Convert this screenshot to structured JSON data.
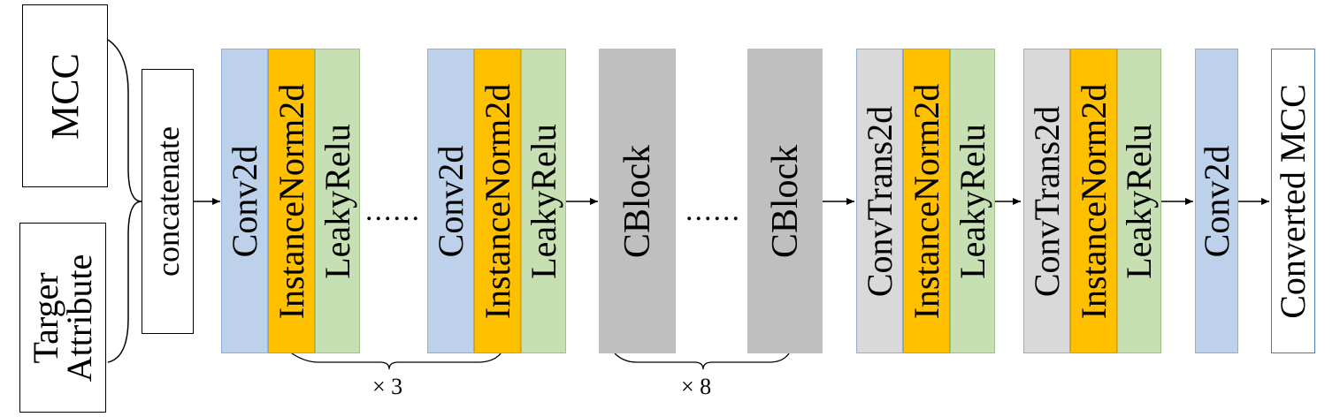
{
  "colors": {
    "conv": "#bdd2ea",
    "conv_border": "#8eb0d8",
    "norm": "#ffc000",
    "norm_border": "#d9a200",
    "relu": "#c6e0b4",
    "relu_border": "#9cc486",
    "cblock": "#bfbfbf",
    "convtrans": "#d9d9d9",
    "line": "#000000"
  },
  "inputs": {
    "mcc": "MCC",
    "target": "Targer Attribute"
  },
  "concat": "concatenate",
  "labels": {
    "conv2d": "Conv2d",
    "instancenorm": "InstanceNorm2d",
    "leakyrelu": "LeakyRelu",
    "cblock": "CBlock",
    "convtrans": "ConvTrans2d",
    "ellipsis": "......",
    "output": "Converted MCC"
  },
  "repeats": {
    "down": "× 3",
    "res": "× 8"
  }
}
